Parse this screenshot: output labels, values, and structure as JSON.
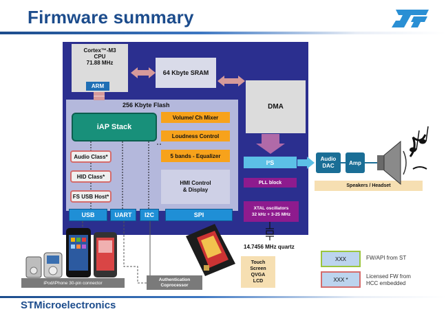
{
  "header": {
    "title": "Firmware summary",
    "logo_text": "ST"
  },
  "footer": {
    "company": "STMicroelectronics"
  },
  "blocks": {
    "cpu": {
      "line1": "Cortex™-M3",
      "line2": "CPU",
      "line3": "71.88 MHz",
      "arm_logo": "ARM"
    },
    "sram": "64 Kbyte SRAM",
    "dma": "DMA",
    "flash": "256 Kbyte Flash",
    "iap": "iAP Stack",
    "classes": [
      "Audio Class*",
      "HID Class*",
      "FS USB Host*"
    ],
    "processing": [
      "Volume/ Ch Mixer",
      "Loudness Control",
      "5 bands - Equalizer"
    ],
    "hmi": {
      "line1": "HMI Control",
      "line2": "& Display"
    },
    "bus": {
      "usb": "USB",
      "uart": "UART",
      "i2c": "I2C",
      "spi": "SPI"
    },
    "i2s": "I²S",
    "pll": "PLL block",
    "xtal": {
      "line1": "XTAL oscillators",
      "line2": "32 kHz + 3-25 MHz"
    }
  },
  "audio": {
    "dac_line1": "Audio",
    "dac_line2": "DAC",
    "amp": "Amp",
    "output": "Speakers / Headset"
  },
  "external": {
    "quartz": "14.7456 MHz quartz",
    "touch": {
      "line1": "Touch",
      "line2": "Screen",
      "line3": "QVGA",
      "line4": "LCD"
    },
    "ipod": "iPod/iPhone 30-pin connector",
    "auth": {
      "line1": "Authentication",
      "line2": "Coprocessor"
    }
  },
  "legend": [
    {
      "box": "XXX",
      "text1": "FW/API  from ST",
      "text2": "",
      "border": "#9bc53d"
    },
    {
      "box": "XXX *",
      "text1": "Licensed FW from",
      "text2": "HCC embedded",
      "border": "#d46b6b"
    }
  ],
  "colors": {
    "brand": "#1c4c8c",
    "chip": "#2b2f8f",
    "flash": "#b4b8dc",
    "iap": "#18907a",
    "processing": "#f7a21b",
    "bus": "#1f8fd6",
    "pll": "#8e1b8e",
    "tan": "#f6dfb2"
  }
}
